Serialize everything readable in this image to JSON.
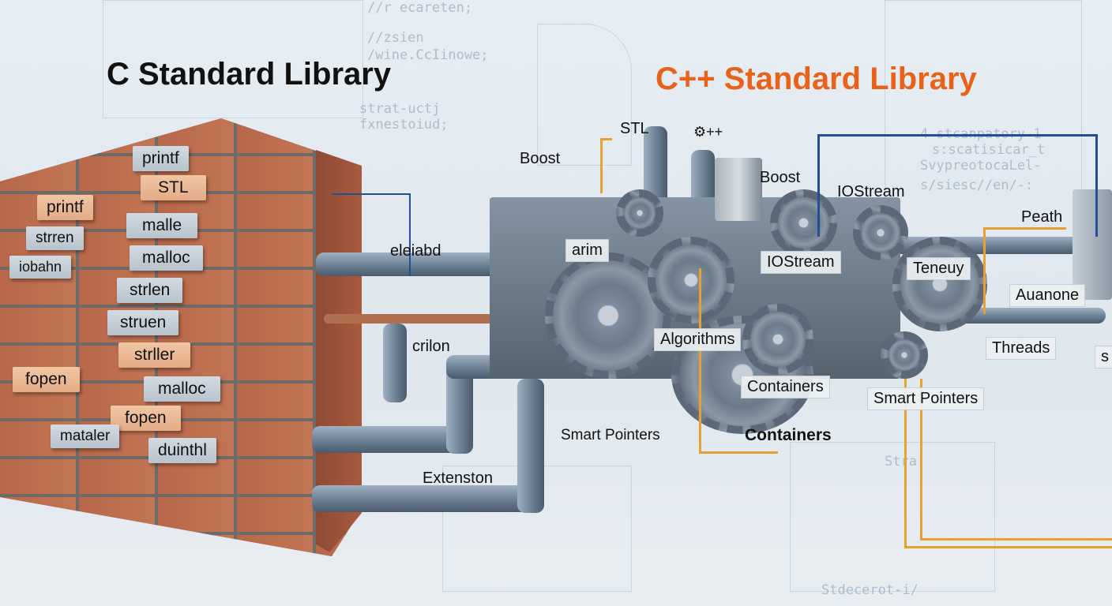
{
  "titles": {
    "c_library": "C Standard Library",
    "cpp_library": "C++ Standard Library"
  },
  "colors": {
    "c_title": "#111111",
    "cpp_title": "#e8621a",
    "brick": "#b8674a",
    "orange_line": "#e8a030",
    "blue_line": "#1f4f95"
  },
  "sketch_text": [
    "//r ecareten;",
    "//zsien",
    "/wine.CcIinowe;",
    "strat-uctj",
    "fxnestoiud;",
    "4 stcanpatory-1",
    "s:scatisicar_t",
    "SvypreotocaLel-",
    "s/siesc//en/-:",
    "Stdecerot-i/",
    "Stra"
  ],
  "wall_bricks": [
    "printf",
    "STL",
    "printf",
    "malle",
    "strren",
    "malloc",
    "iobahn",
    "strlen",
    "struen",
    "strller",
    "fopen",
    "malloc",
    "fopen",
    "mataler",
    "duinthl"
  ],
  "machine_labels": {
    "boost_left": "Boost",
    "stl": "STL",
    "cpp": "⚙++",
    "boost_right": "Boost",
    "iostream_top": "IOStream",
    "peath": "Peath",
    "eleiabd": "eleiabd",
    "arim": "arim",
    "iostream_mid": "IOStream",
    "teneuy": "Teneuy",
    "auanone": "Auanone",
    "algorithms": "Algorithms",
    "threads": "Threads",
    "crilon": "crilon",
    "containers_mid": "Containers",
    "smart_pointers_right": "Smart Pointers",
    "smart_pointers_left": "Smart Pointers",
    "containers_bold": "Containers",
    "extension": "Extenston",
    "s_partial": "s"
  }
}
